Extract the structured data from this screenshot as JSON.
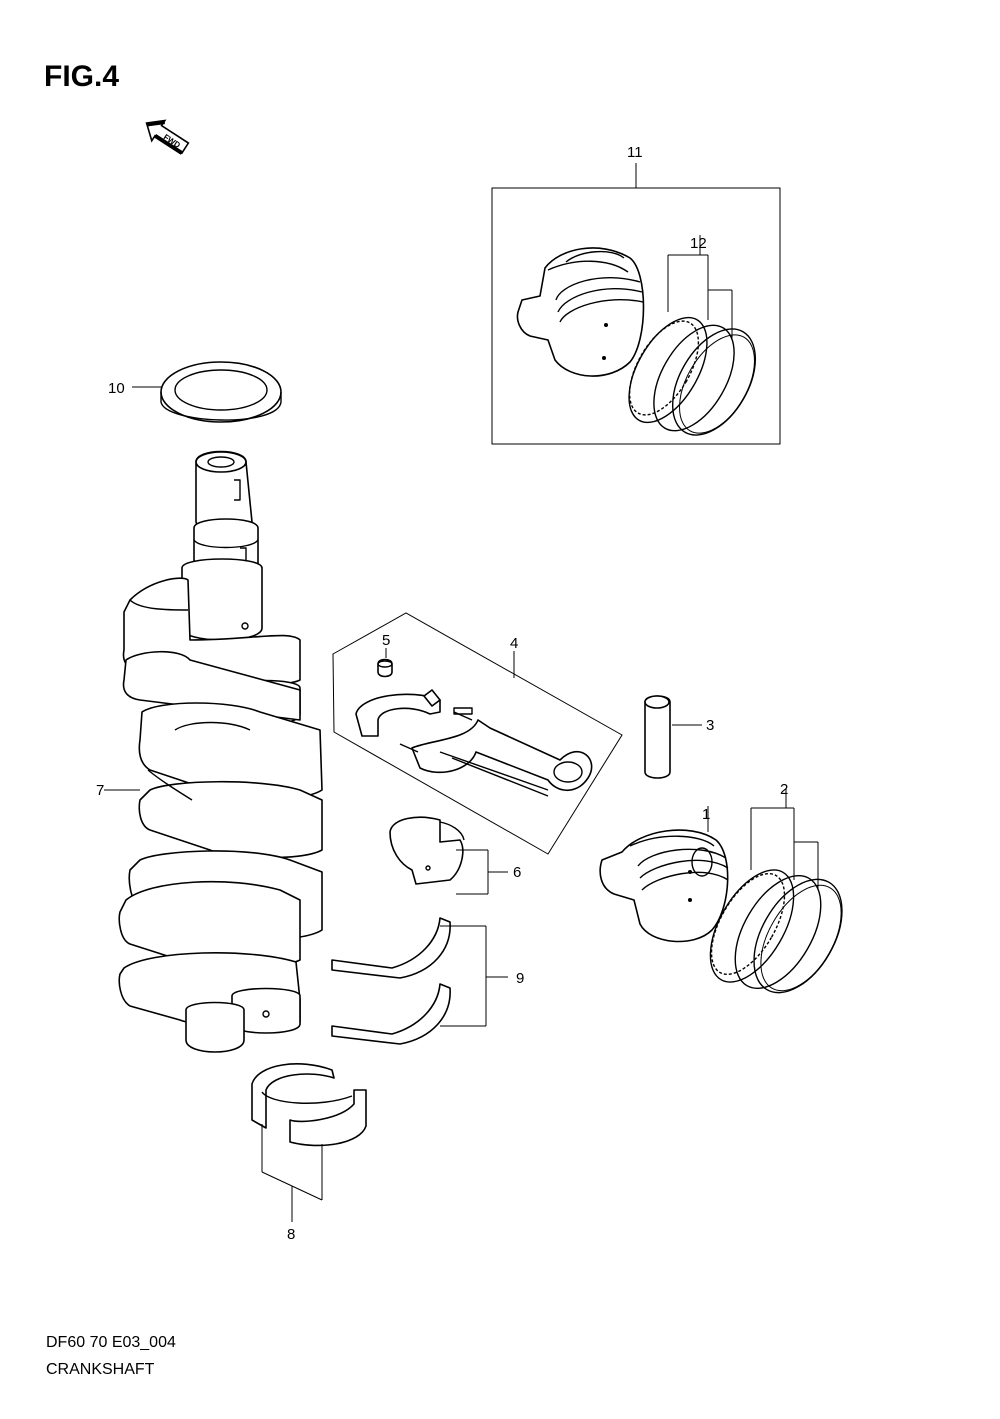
{
  "figure": {
    "title": "FIG.4",
    "fwd_label": "FWD"
  },
  "footer": {
    "code": "DF60 70 E03_004",
    "name": "CRANKSHAFT"
  },
  "callouts": {
    "c1": "1",
    "c2": "2",
    "c3": "3",
    "c4": "4",
    "c5": "5",
    "c6": "6",
    "c7": "7",
    "c8": "8",
    "c9": "9",
    "c10": "10",
    "c11": "11",
    "c12": "12"
  },
  "icons": [
    "fwd-arrow-icon"
  ]
}
